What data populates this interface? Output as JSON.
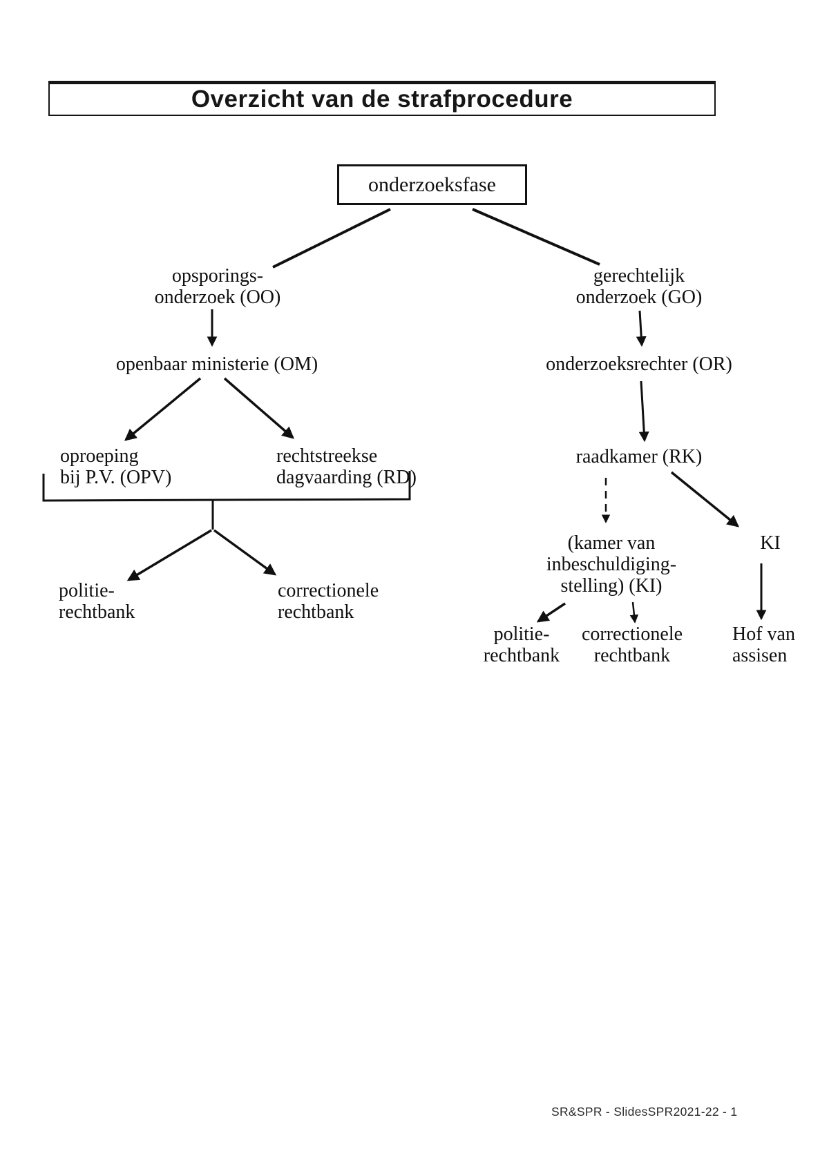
{
  "page": {
    "title": "Overzicht van de strafprocedure",
    "footer": "SR&SPR - SlidesSPR2021-22 - 1",
    "colors": {
      "ink": "#101010",
      "background": "#ffffff",
      "footer_text": "#2b2b2b"
    }
  },
  "nodes": {
    "onderzoeksfase": {
      "label": "onderzoeksfase"
    },
    "oo": {
      "line1": "opsporings-",
      "line2": "onderzoek (OO)"
    },
    "go": {
      "line1": "gerechtelijk",
      "line2": "onderzoek (GO)"
    },
    "om": {
      "label": "openbaar ministerie (OM)"
    },
    "or": {
      "label": "onderzoeksrechter (OR)"
    },
    "opv": {
      "line1": "oproeping",
      "line2": "bij P.V. (OPV)"
    },
    "rd": {
      "line1": "rechtstreekse",
      "line2": "dagvaarding (RD)"
    },
    "rk": {
      "label": "raadkamer (RK)"
    },
    "politie_links": {
      "line1": "politie-",
      "line2": "rechtbank"
    },
    "correctionele_links": {
      "line1": "correctionele",
      "line2": "rechtbank"
    },
    "kamer_ki": {
      "line1": "(kamer van",
      "line2": "inbeschuldiging-",
      "line3": "stelling) (KI)"
    },
    "ki": {
      "label": "KI"
    },
    "politie_rechts": {
      "line1": "politie-",
      "line2": "rechtbank"
    },
    "correctionele_rechts": {
      "line1": "correctionele",
      "line2": "rechtbank"
    },
    "hof": {
      "line1": "Hof van",
      "line2": "assisen"
    }
  },
  "edges": [
    {
      "from": "onderzoeksfase",
      "to": "oo",
      "style": "plain-line"
    },
    {
      "from": "onderzoeksfase",
      "to": "go",
      "style": "plain-line"
    },
    {
      "from": "oo",
      "to": "om",
      "style": "arrow"
    },
    {
      "from": "go",
      "to": "or",
      "style": "arrow"
    },
    {
      "from": "om",
      "to": "opv",
      "style": "arrow"
    },
    {
      "from": "om",
      "to": "rd",
      "style": "arrow"
    },
    {
      "from": "or",
      "to": "rk",
      "style": "arrow"
    },
    {
      "from": "opv+rd",
      "to": "politie_links",
      "style": "bracket-arrow"
    },
    {
      "from": "opv+rd",
      "to": "correctionele_links",
      "style": "bracket-arrow"
    },
    {
      "from": "rk",
      "to": "kamer_ki",
      "style": "dashed-arrow"
    },
    {
      "from": "rk",
      "to": "ki",
      "style": "arrow"
    },
    {
      "from": "kamer_ki",
      "to": "politie_rechts",
      "style": "arrow"
    },
    {
      "from": "kamer_ki",
      "to": "correctionele_rechts",
      "style": "arrow"
    },
    {
      "from": "ki",
      "to": "hof",
      "style": "arrow"
    }
  ]
}
